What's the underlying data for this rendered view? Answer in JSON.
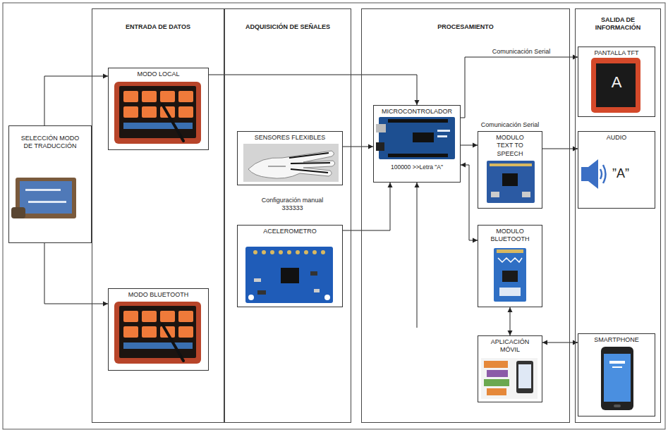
{
  "diagram": {
    "nodes": [
      {
        "text": [
          "SELECCIÓN MODO DE TRADUCCIÓN"
        ]
      },
      {
        "text": [
          "ENTRADA DE DATOS"
        ]
      },
      {
        "text": [
          "MODO LOCAL"
        ],
        "in": 1
      },
      {
        "text": [
          "MODO BLUETOOTH"
        ],
        "in": 1
      },
      {
        "text": [
          "ADQUISICIÓN DE SEÑALES"
        ]
      },
      {
        "text": [
          "SENSORES FLEXIBLES"
        ],
        "in": 4
      },
      {
        "text": [
          "ACELEROMETRO"
        ],
        "in": 4
      },
      {
        "text": [
          "PROCESAMIENTO"
        ]
      },
      {
        "text": [
          "MICROCONTROLADOR",
          "100000 >>Letra \"A\""
        ],
        "in": 7
      },
      {
        "text": [
          "MODULO TEXT TO SPEECH"
        ],
        "in": 7
      },
      {
        "text": [
          "MODULO BLUETOOTH"
        ],
        "in": 7
      },
      {
        "text": [
          "APLICACIÓN MÓVIL"
        ],
        "in": 7
      },
      {
        "text": [
          "SALIDA DE INFORMACIÓN"
        ]
      },
      {
        "text": [
          "PANTALLA TFT",
          "A"
        ],
        "in": 12
      },
      {
        "text": [
          "AUDIO",
          "”A”"
        ],
        "in": 12
      },
      {
        "text": [
          "SMARTPHONE"
        ],
        "in": 12
      }
    ],
    "edges": [
      {
        "from": 0,
        "to": 2,
        "arrow": "to"
      },
      {
        "from": 0,
        "to": 3,
        "arrow": "to"
      },
      {
        "from": 2,
        "to": 8,
        "arrow": "to"
      },
      {
        "from": 5,
        "to": 8,
        "arrow": "to"
      },
      {
        "from": 6,
        "to": 8,
        "arrow": "to"
      },
      {
        "from": 8,
        "to": 13,
        "label": "Comunicación Serial",
        "arrow": "to"
      },
      {
        "from": 8,
        "to": 9,
        "label": "Comunicación Serial",
        "arrow": "to"
      },
      {
        "from": 8,
        "to": 10,
        "arrow": "both"
      },
      {
        "from": 9,
        "to": 14,
        "arrow": "to"
      },
      {
        "from": 10,
        "to": 11,
        "arrow": "both"
      },
      {
        "from": 11,
        "to": 15,
        "arrow": "both"
      }
    ],
    "labels": [
      "Configuración manual 333333"
    ]
  }
}
